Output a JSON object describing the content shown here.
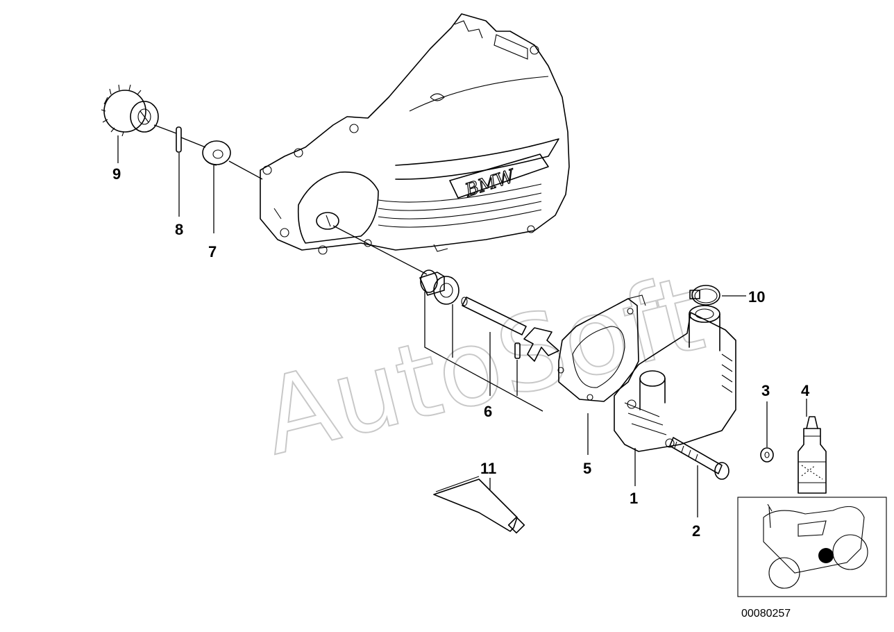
{
  "diagram": {
    "watermark_text": "AutoSoft",
    "catalog_number": "00080257",
    "engine_badge": "BMW",
    "part_callouts": [
      "1",
      "2",
      "3",
      "4",
      "5",
      "6",
      "7",
      "8",
      "9",
      "10",
      "11"
    ]
  },
  "icons": {
    "engine_cover": "engine-cover-icon",
    "water_pump_housing": "pump-housing-icon",
    "bolt": "bolt-icon",
    "washer": "washer-icon",
    "sealant_bottle": "bottle-icon",
    "gasket": "gasket-icon",
    "bearing_shaft": "shaft-icon",
    "o_ring": "o-ring-icon",
    "pin": "pin-icon",
    "gear": "gear-icon",
    "hose_clamp": "hose-clamp-icon",
    "sealant_tube": "tube-icon",
    "motorcycle_locator": "motorcycle-icon"
  }
}
